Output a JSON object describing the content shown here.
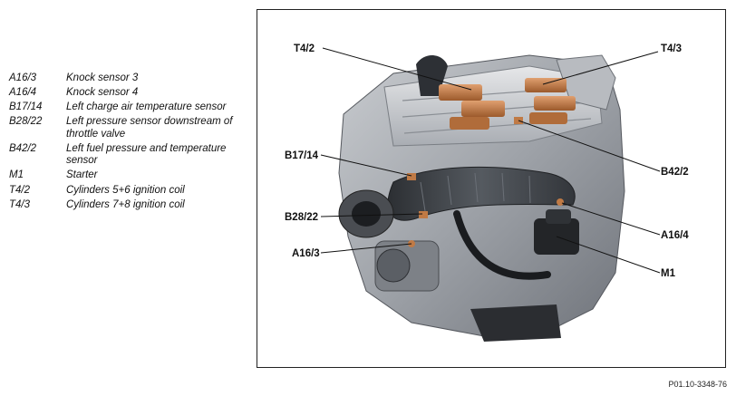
{
  "legend": [
    {
      "code": "A16/3",
      "description": "Knock sensor 3"
    },
    {
      "code": "A16/4",
      "description": "Knock sensor 4"
    },
    {
      "code": "B17/14",
      "description": "Left charge air temperature sensor"
    },
    {
      "code": "B28/22",
      "description": "Left pressure sensor downstream of throttle valve"
    },
    {
      "code": "B42/2",
      "description": "Left fuel pressure and temperature sensor"
    },
    {
      "code": "M1",
      "description": "Starter"
    },
    {
      "code": "T4/2",
      "description": "Cylinders 5+6 ignition coil"
    },
    {
      "code": "T4/3",
      "description": "Cylinders 7+8 ignition coil"
    }
  ],
  "callouts": {
    "t4_2": "T4/2",
    "t4_3": "T4/3",
    "b17_14": "B17/14",
    "b42_2": "B42/2",
    "b28_22": "B28/22",
    "a16_4": "A16/4",
    "a16_3": "A16/3",
    "m1": "M1"
  },
  "figure_id": "P01.10-3348-76",
  "colors": {
    "coil_copper": "#c07a45",
    "engine_grey": "#8f9399",
    "intake_dark": "#3a3d42",
    "leader_line": "#111111"
  }
}
